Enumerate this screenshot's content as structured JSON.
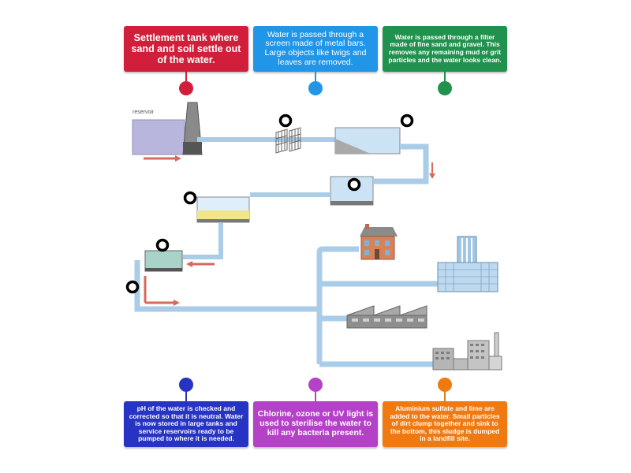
{
  "cards": {
    "top_left": {
      "text": "Settlement tank where sand and soil settle out of the water.",
      "color": "#d11f3b"
    },
    "top_mid": {
      "text": "Water is passed through a screen made of metal bars. Large objects like twigs and leaves are removed.",
      "color": "#2196e8"
    },
    "top_right": {
      "text": "Water is passed through a filter made of fine sand and gravel. This removes any remaining mud or grit particles and the water looks clean.",
      "color": "#21914e"
    },
    "bottom_left": {
      "text": "pH of the water is checked and corrected so that it is neutral. Water is now stored in large tanks and service reservoirs ready to be pumped to where it is needed.",
      "color": "#2733c2"
    },
    "bottom_mid": {
      "text": "Chlorine, ozone or UV light is used to sterilise the water to kill any bacteria present.",
      "color": "#b641c9"
    },
    "bottom_right": {
      "text": "Aluminium sulfate and lime are added to the water. Small particles of dirt clump together and sink to the bottom, this sludge is dumped in a landfill site.",
      "color": "#f07a12"
    }
  },
  "diagram": {
    "reservoir_label": "reservoir",
    "icons": [
      "house-icon",
      "office-tower-icon",
      "factory-icon",
      "industrial-plant-icon"
    ]
  }
}
